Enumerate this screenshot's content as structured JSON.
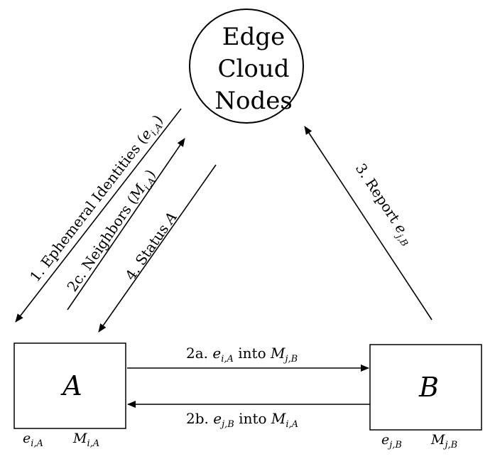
{
  "cloud": {
    "line1": "Edge",
    "line2": "Cloud",
    "line3": "Nodes"
  },
  "node_a": {
    "label": "A",
    "ephemeral": {
      "base": "e",
      "sub": "i,A"
    },
    "neighbors": {
      "base": "M",
      "sub": "i,A"
    }
  },
  "node_b": {
    "label": "B",
    "ephemeral": {
      "base": "e",
      "sub": "j,B"
    },
    "neighbors": {
      "base": "M",
      "sub": "j,B"
    }
  },
  "edges": {
    "step1": {
      "prefix": "1. Ephemeral Identities (",
      "base": "e",
      "sub": "i,A",
      "suffix": ")"
    },
    "step2c": {
      "prefix": "2c. Neighbors (",
      "base": "M",
      "sub": "i,A",
      "suffix": ")"
    },
    "step4": {
      "prefix": "4. Status ",
      "var": "A"
    },
    "step3": {
      "prefix": "3. Report ",
      "base": "e",
      "sub": "j,B"
    },
    "step2a": {
      "prefix": "2a. ",
      "base1": "e",
      "sub1": "i,A",
      "mid": " into ",
      "base2": "M",
      "sub2": "j,B"
    },
    "step2b": {
      "prefix": "2b. ",
      "base1": "e",
      "sub1": "j,B",
      "mid": " into ",
      "base2": "M",
      "sub2": "i,A"
    }
  }
}
